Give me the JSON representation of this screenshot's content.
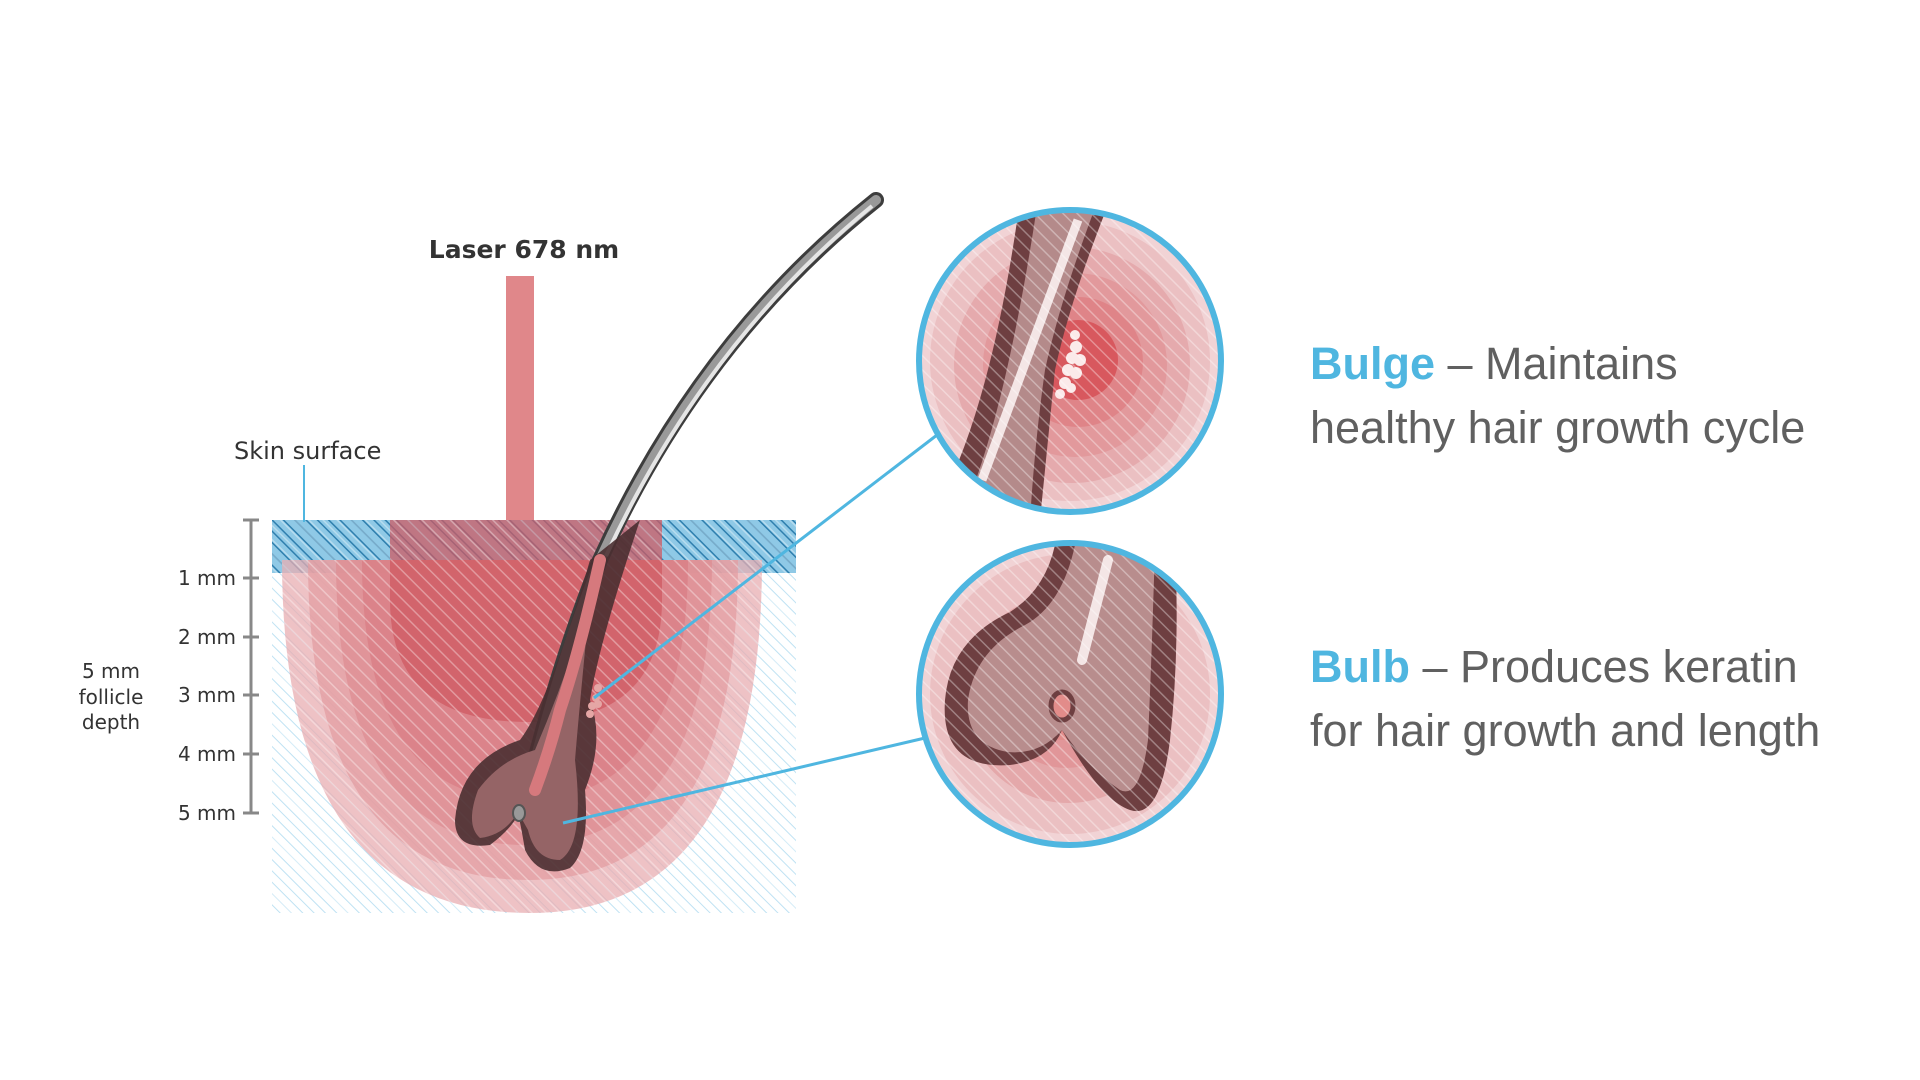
{
  "laser_label": "Laser 678 nm",
  "skin_label": "Skin surface",
  "depth_label": [
    "5 mm",
    "follicle",
    "depth"
  ],
  "scale_ticks": [
    "1 mm",
    "2 mm",
    "3 mm",
    "4 mm",
    "5 mm"
  ],
  "callouts": [
    {
      "key": "Bulge",
      "line1": " – Maintains",
      "line2": "healthy hair growth cycle"
    },
    {
      "key": "Bulb",
      "line1": " – Produces keratin",
      "line2": "for hair growth and length"
    }
  ],
  "colors": {
    "accent": "#4fb6e0",
    "laser": "#e0878a",
    "text": "#606060",
    "hair": "#4a2f31"
  }
}
